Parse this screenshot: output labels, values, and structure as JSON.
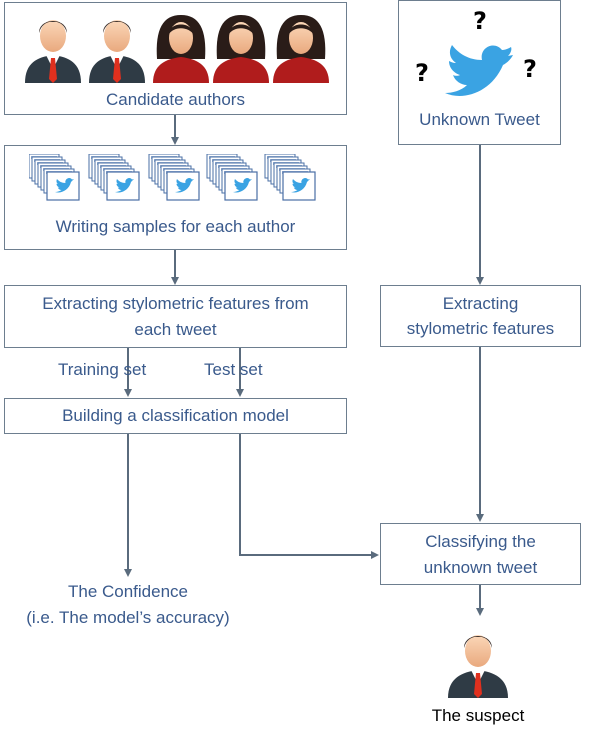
{
  "nodes": {
    "candidate_authors": "Candidate authors",
    "writing_samples": "Writing samples for each author",
    "extract_left_line1": "Extracting stylometric features from",
    "extract_left_line2": "each tweet",
    "unknown_tweet": "Unknown Tweet",
    "extract_right_line1": "Extracting",
    "extract_right_line2": "stylometric features",
    "build_model": "Building a classification model",
    "classify_line1": "Classifying the",
    "classify_line2": "unknown tweet"
  },
  "edges": {
    "training_set": "Training set",
    "test_set": "Test set"
  },
  "outputs": {
    "confidence_line1": "The Confidence",
    "confidence_line2": "(i.e. The model’s accuracy)",
    "suspect": "The suspect"
  },
  "icons": {
    "authors": [
      "male-author-icon",
      "male-author-icon",
      "female-author-icon",
      "female-author-icon",
      "female-author-icon"
    ],
    "sample_stacks": 5,
    "question_marks": "?"
  },
  "colors": {
    "label_text": "#3a5a8c",
    "box_border": "#6d7e8f",
    "arrow": "#5a6b7d",
    "twitter_blue": "#3aa3e3",
    "suit": "#2f3b45",
    "female_dress": "#b01c1c",
    "tie": "#e0301e"
  }
}
